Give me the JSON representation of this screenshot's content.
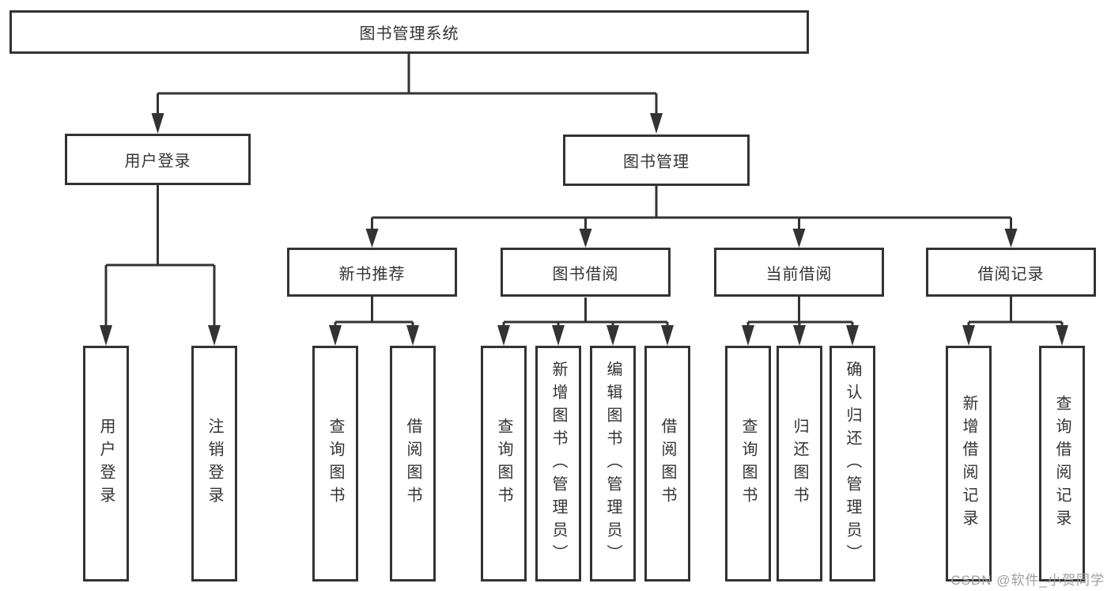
{
  "diagram": {
    "type": "hierarchy-tree",
    "root": {
      "label": "图书管理系统"
    },
    "level2": [
      {
        "label": "用户登录"
      },
      {
        "label": "图书管理"
      }
    ],
    "level3": [
      {
        "parent": "图书管理",
        "label": "新书推荐"
      },
      {
        "parent": "图书管理",
        "label": "图书借阅"
      },
      {
        "parent": "图书管理",
        "label": "当前借阅"
      },
      {
        "parent": "图书管理",
        "label": "借阅记录"
      }
    ],
    "leaves": [
      {
        "parent": "用户登录",
        "label": "用户登录"
      },
      {
        "parent": "用户登录",
        "label": "注销登录"
      },
      {
        "parent": "新书推荐",
        "label": "查询图书"
      },
      {
        "parent": "新书推荐",
        "label": "借阅图书"
      },
      {
        "parent": "图书借阅",
        "label": "查询图书"
      },
      {
        "parent": "图书借阅",
        "label": "新增图书（管理员）"
      },
      {
        "parent": "图书借阅",
        "label": "编辑图书（管理员）"
      },
      {
        "parent": "图书借阅",
        "label": "借阅图书"
      },
      {
        "parent": "当前借阅",
        "label": "查询图书"
      },
      {
        "parent": "当前借阅",
        "label": "归还图书"
      },
      {
        "parent": "当前借阅",
        "label": "确认归还（管理员）"
      },
      {
        "parent": "借阅记录",
        "label": "新增借阅记录"
      },
      {
        "parent": "借阅记录",
        "label": "查询借阅记录"
      }
    ],
    "watermark": "CSDN @软件_小贺同学",
    "colors": {
      "line": "#333333",
      "text": "#333333",
      "box_background": "#ffffff",
      "watermark": "#9e9e9e"
    }
  }
}
